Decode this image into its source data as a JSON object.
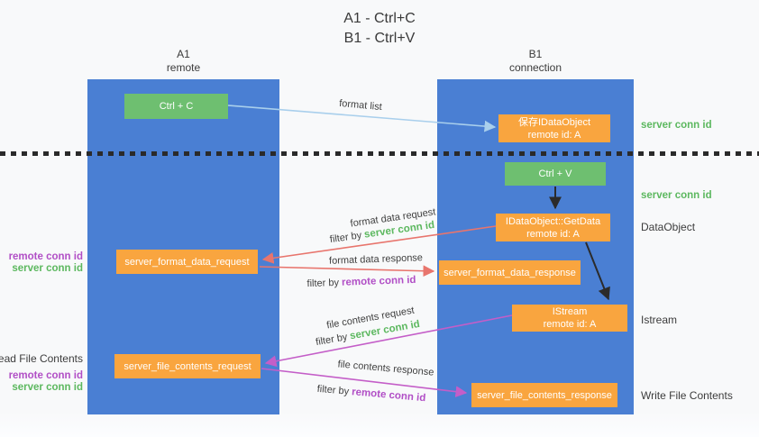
{
  "title": {
    "line1": "A1 - Ctrl+C",
    "line2": "B1 - Ctrl+V"
  },
  "lanes": {
    "left": {
      "name": "A1",
      "subtitle": "remote"
    },
    "right": {
      "name": "B1",
      "subtitle": "connection"
    }
  },
  "nodes": {
    "ctrl_c": {
      "label": "Ctrl + C"
    },
    "save_idataobject": {
      "line1": "保存IDataObject",
      "line2": "remote id: A"
    },
    "ctrl_v": {
      "label": "Ctrl + V"
    },
    "getdata": {
      "line1": "IDataObject::GetData",
      "line2": "remote id: A"
    },
    "format_request": {
      "label": "server_format_data_request"
    },
    "format_response": {
      "label": "server_format_data_response"
    },
    "istream": {
      "line1": "IStream",
      "line2": "remote id: A"
    },
    "file_request": {
      "label": "server_file_contents_request"
    },
    "file_response": {
      "label": "server_file_contents_response"
    }
  },
  "edges": {
    "format_list": "format list",
    "format_data_request": "format data request",
    "filter_server_1": {
      "prefix": "filter by ",
      "value": "server conn id"
    },
    "format_data_response": "format data response",
    "filter_remote_1": {
      "prefix": "filter by ",
      "value": "remote conn id"
    },
    "file_contents_request": "file contents request",
    "filter_server_2": {
      "prefix": "filter by ",
      "value": "server conn id"
    },
    "file_contents_response": "file contents response",
    "filter_remote_2": {
      "prefix": "filter by ",
      "value": "remote conn id"
    }
  },
  "side": {
    "server_conn_top": "server conn id",
    "server_conn_mid": "server conn id",
    "data_object": "DataObject",
    "istream": "Istream",
    "write_file": "Write File Contents",
    "read_file": "Read File Contents",
    "remote_conn_1": "remote conn id",
    "server_conn_1": "server conn id",
    "remote_conn_2": "remote conn id",
    "server_conn_2": "server conn id"
  },
  "colors": {
    "lane_blue": "#4a7fd3",
    "node_orange": "#f9a53f",
    "node_green": "#6ebf70",
    "text_green": "#5cb85f",
    "text_purple": "#b14fc6",
    "arrow_light_blue": "#a9cfec",
    "arrow_salmon": "#e8756d",
    "arrow_magenta": "#c45ec8",
    "arrow_black": "#2b2b2b",
    "dotted_line": "#2a2a2a"
  }
}
